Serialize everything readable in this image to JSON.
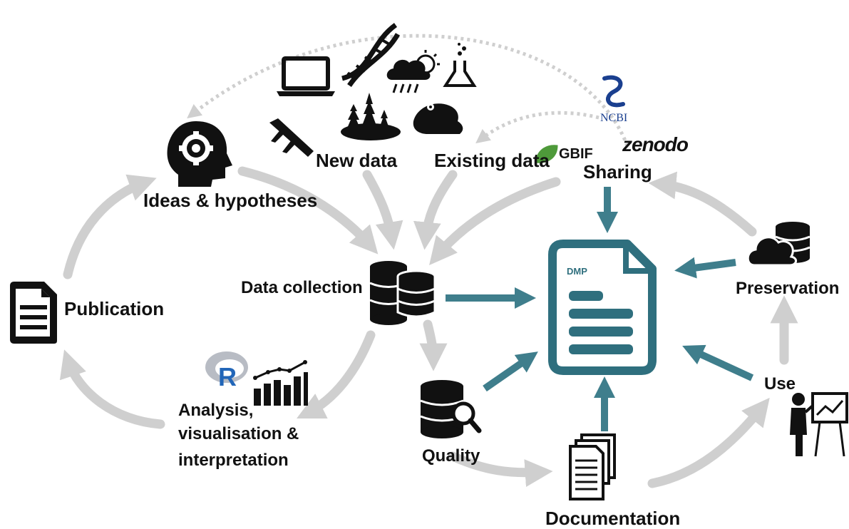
{
  "colors": {
    "cycle_arrow": "#cfcfcf",
    "dmp_arrow": "#3f7e8c",
    "dmp_doc": "#2f6f7e",
    "icon": "#111111",
    "r_logo": "#2266b8",
    "gbif_leaf": "#4e9a3a",
    "ncbi": "#1a3f8f",
    "background": "#ffffff"
  },
  "labels": {
    "publication": "Publication",
    "ideas": "Ideas & hypotheses",
    "new_data": "New data",
    "existing_data": "Existing data",
    "sharing": "Sharing",
    "data_collection": "Data collection",
    "analysis_line1": "Analysis,",
    "analysis_line2": "visualisation &",
    "analysis_line3": "interpretation",
    "quality": "Quality",
    "documentation": "Documentation",
    "preservation": "Preservation",
    "use": "Use",
    "dmp": "DMP"
  },
  "logos": {
    "gbif": "GBIF",
    "zenodo": "zenodo",
    "ncbi": "NCBI",
    "r": "R"
  },
  "icons": [
    "document-icon",
    "head-gear-icon",
    "laptop-icon",
    "dna-icon",
    "rain-cloud-icon",
    "flask-icon",
    "caliper-icon",
    "trees-lake-icon",
    "frog-icon",
    "database-icon",
    "database-search-icon",
    "documents-stack-icon",
    "cloud-database-icon",
    "presenter-icon",
    "bar-chart-icon",
    "dmp-document-icon"
  ]
}
